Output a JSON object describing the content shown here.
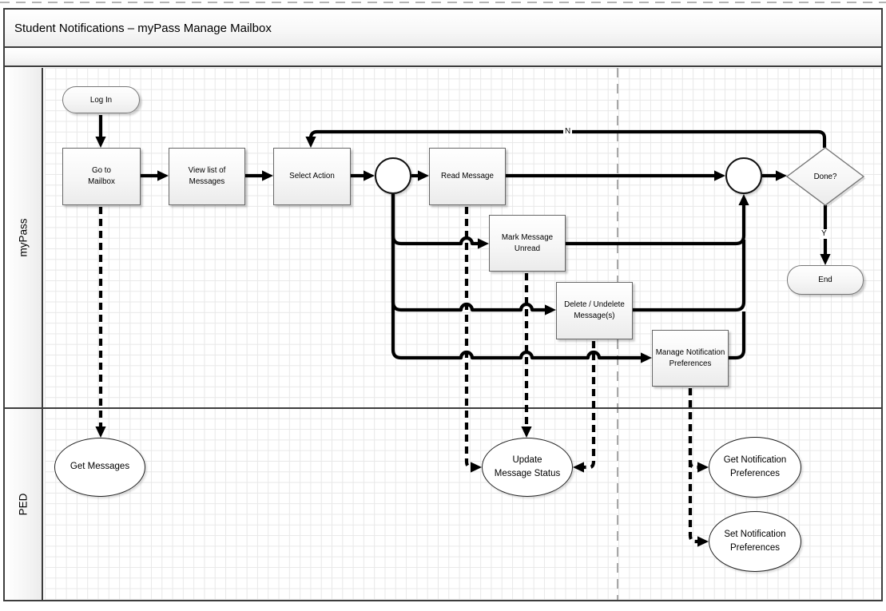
{
  "title": "Student Notifications – myPass Manage Mailbox",
  "lanes": [
    {
      "label": "myPass"
    },
    {
      "label": "PED"
    }
  ],
  "nodes": {
    "log_in": {
      "label": "Log In",
      "type": "terminator"
    },
    "go_to_mailbox": {
      "label": "Go to\nMailbox",
      "type": "process"
    },
    "view_list": {
      "label": "View list of\nMessages",
      "type": "process"
    },
    "select_action": {
      "label": "Select Action",
      "type": "process"
    },
    "split": {
      "label": "",
      "type": "connector-circle"
    },
    "read_message": {
      "label": "Read Message",
      "type": "process"
    },
    "mark_unread": {
      "label": "Mark Message\nUnread",
      "type": "process"
    },
    "delete_undelete": {
      "label": "Delete / Undelete\nMessage(s)",
      "type": "process"
    },
    "manage_prefs": {
      "label": "Manage Notification\nPreferences",
      "type": "process"
    },
    "merge": {
      "label": "",
      "type": "connector-circle"
    },
    "done": {
      "label": "Done?",
      "type": "decision"
    },
    "end": {
      "label": "End",
      "type": "terminator"
    },
    "get_messages": {
      "label": "Get Messages",
      "type": "service-ellipse"
    },
    "update_status": {
      "label": "Update\nMessage Status",
      "type": "service-ellipse"
    },
    "get_notif_prefs": {
      "label": "Get Notification\nPreferences",
      "type": "service-ellipse"
    },
    "set_notif_prefs": {
      "label": "Set Notification\nPreferences",
      "type": "service-ellipse"
    }
  },
  "edge_labels": {
    "no": "N",
    "yes": "Y"
  },
  "edges": [
    {
      "from": "log_in",
      "to": "go_to_mailbox",
      "style": "solid"
    },
    {
      "from": "go_to_mailbox",
      "to": "view_list",
      "style": "solid"
    },
    {
      "from": "view_list",
      "to": "select_action",
      "style": "solid"
    },
    {
      "from": "select_action",
      "to": "split",
      "style": "solid"
    },
    {
      "from": "split",
      "to": "read_message",
      "style": "solid"
    },
    {
      "from": "split",
      "to": "mark_unread",
      "style": "solid"
    },
    {
      "from": "split",
      "to": "delete_undelete",
      "style": "solid"
    },
    {
      "from": "split",
      "to": "manage_prefs",
      "style": "solid"
    },
    {
      "from": "read_message",
      "to": "merge",
      "style": "solid"
    },
    {
      "from": "mark_unread",
      "to": "merge",
      "style": "solid"
    },
    {
      "from": "delete_undelete",
      "to": "merge",
      "style": "solid"
    },
    {
      "from": "manage_prefs",
      "to": "merge",
      "style": "solid"
    },
    {
      "from": "merge",
      "to": "done",
      "style": "solid"
    },
    {
      "from": "done",
      "to": "select_action",
      "style": "solid",
      "label": "N"
    },
    {
      "from": "done",
      "to": "end",
      "style": "solid",
      "label": "Y"
    },
    {
      "from": "go_to_mailbox",
      "to": "get_messages",
      "style": "dashed"
    },
    {
      "from": "read_message",
      "to": "update_status",
      "style": "dashed"
    },
    {
      "from": "mark_unread",
      "to": "update_status",
      "style": "dashed"
    },
    {
      "from": "delete_undelete",
      "to": "update_status",
      "style": "dashed"
    },
    {
      "from": "manage_prefs",
      "to": "get_notif_prefs",
      "style": "dashed"
    },
    {
      "from": "manage_prefs",
      "to": "set_notif_prefs",
      "style": "dashed"
    }
  ],
  "colors": {
    "connector": "#000000",
    "shape_border": "#666666",
    "lane_border": "#3d3d3d",
    "grid": "#e8e8e8"
  }
}
